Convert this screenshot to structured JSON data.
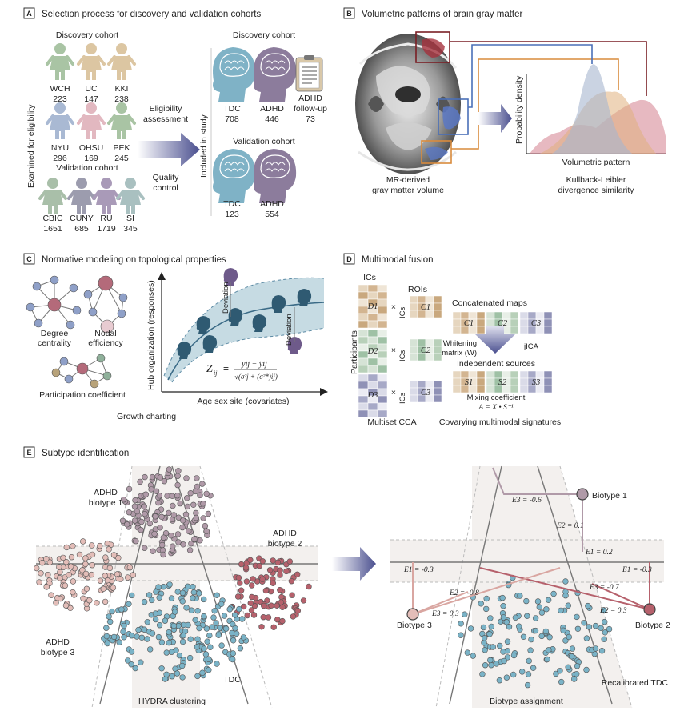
{
  "panelA": {
    "letter": "A",
    "title": "Selection process for discovery and validation cohorts",
    "examined_label": "Examined for eligibility",
    "discovery_header": "Discovery cohort",
    "validation_header": "Validation cohort",
    "discovery_sites": [
      {
        "name": "WCH",
        "n": "223"
      },
      {
        "name": "UC",
        "n": "147"
      },
      {
        "name": "KKI",
        "n": "238"
      },
      {
        "name": "NYU",
        "n": "296"
      },
      {
        "name": "OHSU",
        "n": "169"
      },
      {
        "name": "PEK",
        "n": "245"
      }
    ],
    "validation_sites": [
      {
        "name": "CBIC",
        "n": "1651"
      },
      {
        "name": "CUNY",
        "n": "685"
      },
      {
        "name": "RU",
        "n": "1719"
      },
      {
        "name": "SI",
        "n": "345"
      }
    ],
    "eligibility_line1": "Eligibility",
    "eligibility_line2": "assessment",
    "quality_line1": "Quality",
    "quality_line2": "control",
    "included_label": "Included in study",
    "included_discovery_header": "Discovery cohort",
    "included_validation_header": "Validation cohort",
    "disc_tdc": {
      "name": "TDC",
      "n": "708"
    },
    "disc_adhd": {
      "name": "ADHD",
      "n": "446"
    },
    "followup_line1": "ADHD",
    "followup_line2": "follow-up",
    "followup_n": "73",
    "val_tdc": {
      "name": "TDC",
      "n": "123"
    },
    "val_adhd": {
      "name": "ADHD",
      "n": "554"
    }
  },
  "panelB": {
    "letter": "B",
    "title": "Volumetric patterns of brain gray matter",
    "mr_line1": "MR-derived",
    "mr_line2": "gray matter volume",
    "ylabel": "Probability density",
    "xlabel": "Volumetric pattern",
    "kl_line1": "Kullback-Leibler",
    "kl_line2": "divergence similarity"
  },
  "panelC": {
    "letter": "C",
    "title": "Normative modeling on topological properties",
    "degree_line1": "Degree",
    "degree_line2": "centrality",
    "nodal_line1": "Nodal",
    "nodal_line2": "efficiency",
    "participation": "Participation coefficient",
    "ylabel": "Hub organization (responses)",
    "xlabel": "Age sex site (covariates)",
    "deviation": "Deviation",
    "growth": "Growth charting",
    "z_lhs": "Z",
    "z_sub": "ij",
    "z_num": "yij − ŷij",
    "z_den": "√(σ²j + (σ²*)ij)"
  },
  "panelD": {
    "letter": "D",
    "title": "Multimodal fusion",
    "ics": "ICs",
    "rois": "ROIs",
    "participants": "Participants",
    "d_labels": [
      "D1",
      "D2",
      "D3"
    ],
    "c_labels": [
      "C1",
      "C2",
      "C3"
    ],
    "times": "×",
    "concat": "Concatenated maps",
    "whitening_line1": "Whitening",
    "whitening_line2": "matrix (W)",
    "jica": "jICA",
    "indep": "Independent sources",
    "s_labels": [
      "S1",
      "S2",
      "S3"
    ],
    "mixing": "Mixing coefficient",
    "mixing_eq": "A = X • S⁻¹",
    "cca": "Multiset CCA",
    "signatures": "Covarying multimodal signatures"
  },
  "panelE": {
    "letter": "E",
    "title": "Subtype identification",
    "bt1_line1": "ADHD",
    "bt1_line2": "biotype 1",
    "bt2_line1": "ADHD",
    "bt2_line2": "biotype 2",
    "bt3_line1": "ADHD",
    "bt3_line2": "biotype 3",
    "tdc": "TDC",
    "hydra": "HYDRA clustering",
    "assign": "Biotype assignment",
    "biotype1": "Biotype 1",
    "biotype2": "Biotype 2",
    "biotype3": "Biotype 3",
    "recal": "Recalibrated TDC",
    "e_labels": [
      "E3 = -0.6",
      "E2 = 0.1",
      "E1 = 0.2",
      "E1 = -0.3",
      "E1 = -0.3",
      "E2 = -0.8",
      "E3 = -0.7",
      "E3 = 0.3",
      "E2 = 0.3"
    ]
  },
  "colors": {
    "discovery_green": "#a9c4a4",
    "discovery_blue": "#a9b9d3",
    "discovery_tan": "#dcc6a2",
    "discovery_pink": "#e2b8c0",
    "tdc_blue": "#7fb2c6",
    "adhd_purple": "#8c7c9c",
    "bt1": "#b09aa8",
    "bt2": "#b6616c",
    "bt3": "#e3bdb8",
    "tdc_dot": "#7ab3c7",
    "curve_blue": "#a6b6cf",
    "curve_orange": "#e0b07e",
    "curve_pink": "#d4808e",
    "dark_red": "#7a1f25",
    "blue_line": "#4a6fb7",
    "orange_line": "#d98b3c"
  }
}
